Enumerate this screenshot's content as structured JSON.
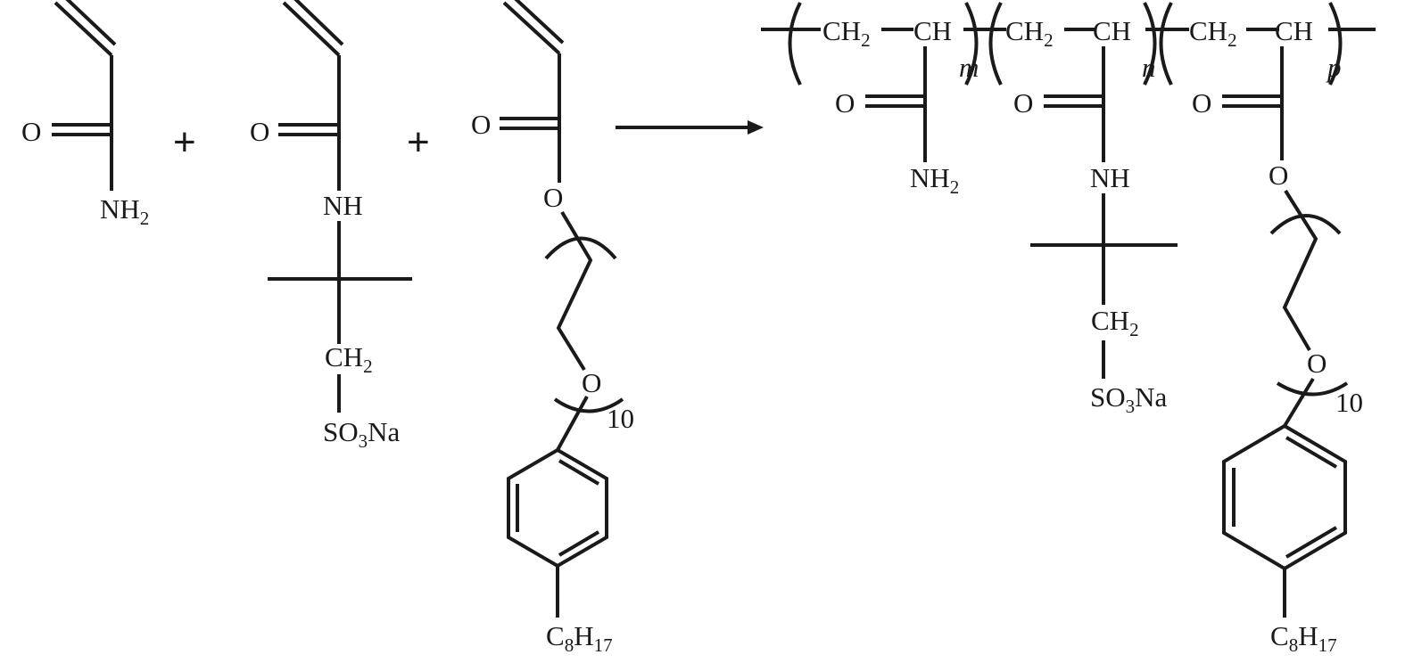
{
  "reactants": {
    "acrylamide": {
      "O": "O",
      "amine": {
        "main": "NH",
        "sub": "2"
      }
    },
    "amps": {
      "O": "O",
      "nh": "NH",
      "ch2": {
        "main": "CH",
        "sub": "2"
      },
      "so3na": {
        "a": "SO",
        "sub": "3",
        "b": "Na"
      }
    },
    "acrylate": {
      "O": "O",
      "ester_O": "O",
      "ether_O": "O",
      "repeat": "10",
      "alkyl": {
        "a": "C",
        "sub1": "8",
        "b": "H",
        "sub2": "17"
      }
    }
  },
  "plus": "+",
  "product": {
    "ch2": {
      "main": "CH",
      "sub": "2"
    },
    "ch": "CH",
    "m": "m",
    "n": "n",
    "p": "p",
    "O": "O",
    "amine": {
      "main": "NH",
      "sub": "2"
    },
    "nh": "NH",
    "so3na": {
      "a": "SO",
      "sub": "3",
      "b": "Na"
    },
    "ester_O": "O",
    "ether_O": "O",
    "repeat": "10",
    "alkyl": {
      "a": "C",
      "sub1": "8",
      "b": "H",
      "sub2": "17"
    }
  }
}
